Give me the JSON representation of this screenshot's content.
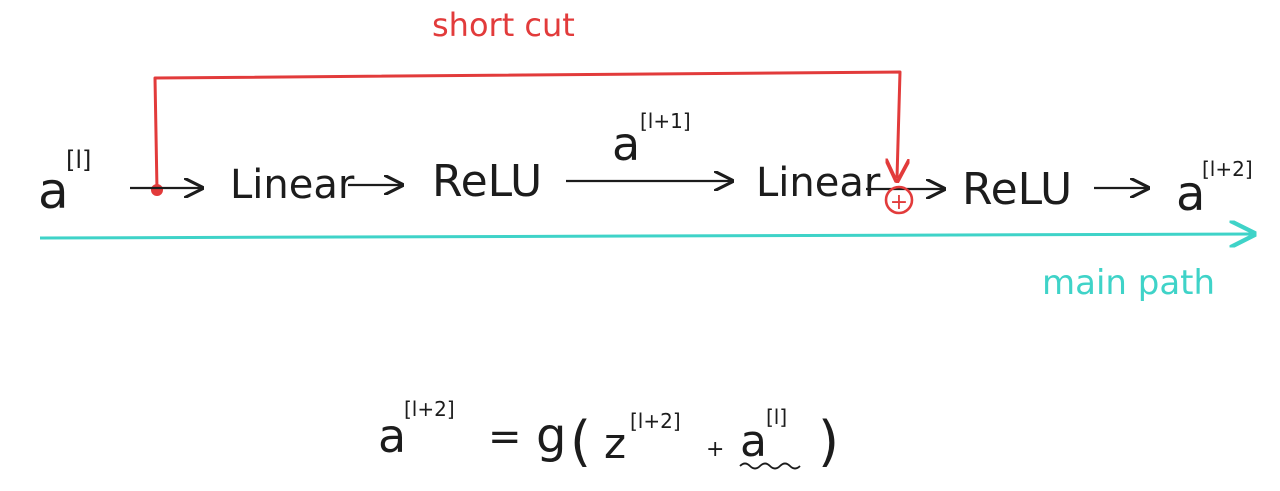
{
  "colors": {
    "ink": "#1c1c1c",
    "shortcut": "#e23b3b",
    "main_path": "#3fd3c8"
  },
  "labels": {
    "shortcut": "short cut",
    "main_path": "main path"
  },
  "nodes": {
    "input": {
      "base": "a",
      "sup": "[l]"
    },
    "linear1": "Linear",
    "relu1": "ReLU",
    "mid": {
      "base": "a",
      "sup": "[l+1]"
    },
    "linear2": "Linear",
    "plus": "+",
    "relu2": "ReLU",
    "output": {
      "base": "a",
      "sup": "[l+2]"
    }
  },
  "equation": {
    "lhs_base": "a",
    "lhs_sup": "[l+2]",
    "equals": "=",
    "func": "g",
    "open_paren": "(",
    "z_base": "z",
    "z_sup": "[l+2]",
    "plus": "+",
    "a_base": "a",
    "a_sup": "[l]",
    "close_paren": ")"
  }
}
